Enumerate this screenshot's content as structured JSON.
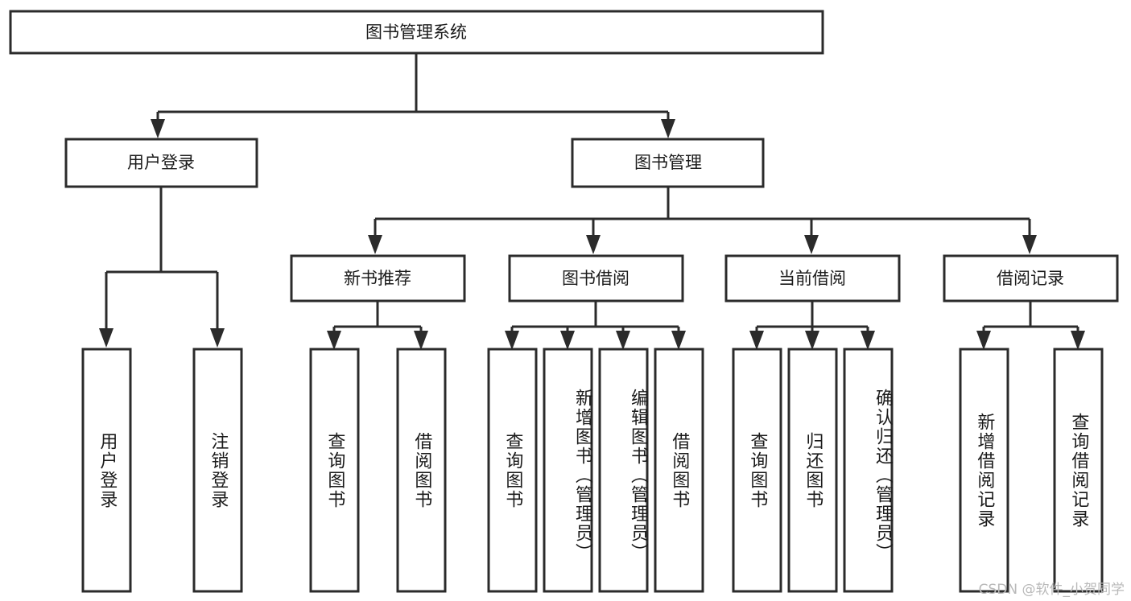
{
  "diagram": {
    "title": "图书管理系统",
    "type": "tree",
    "watermark": "CSDN @软件_小贺同学",
    "colors": {
      "stroke": "#2b2b2b",
      "fill": "#ffffff",
      "text": "#1b1b1b",
      "watermark": "#b9b9b9",
      "background": "#ffffff"
    },
    "root": {
      "label": "图书管理系统"
    },
    "level2": [
      {
        "label": "用户登录"
      },
      {
        "label": "图书管理"
      }
    ],
    "level3": [
      {
        "label": "新书推荐"
      },
      {
        "label": "图书借阅"
      },
      {
        "label": "当前借阅"
      },
      {
        "label": "借阅记录"
      }
    ],
    "leaves": {
      "user_login": [
        {
          "label": "用户登录"
        },
        {
          "label": "注销登录"
        }
      ],
      "new_book_recommend": [
        {
          "label": "查询图书"
        },
        {
          "label": "借阅图书"
        }
      ],
      "book_borrow": [
        {
          "label": "查询图书"
        },
        {
          "label": "新增图书（管理员）"
        },
        {
          "label": "编辑图书（管理员）"
        },
        {
          "label": "借阅图书"
        }
      ],
      "current_borrow": [
        {
          "label": "查询图书"
        },
        {
          "label": "归还图书"
        },
        {
          "label": "确认归还（管理员）"
        }
      ],
      "borrow_record": [
        {
          "label": "新增借阅记录"
        },
        {
          "label": "查询借阅记录"
        }
      ]
    }
  },
  "chart_data": {
    "type": "table",
    "title": "图书管理系统",
    "nodes": [
      {
        "id": "root",
        "label": "图书管理系统",
        "level": 1,
        "parent": null
      },
      {
        "id": "n-user-login",
        "label": "用户登录",
        "level": 2,
        "parent": "root"
      },
      {
        "id": "n-book-manage",
        "label": "图书管理",
        "level": 2,
        "parent": "root"
      },
      {
        "id": "n-new-book",
        "label": "新书推荐",
        "level": 3,
        "parent": "n-book-manage"
      },
      {
        "id": "n-book-borrow",
        "label": "图书借阅",
        "level": 3,
        "parent": "n-book-manage"
      },
      {
        "id": "n-current-borrow",
        "label": "当前借阅",
        "level": 3,
        "parent": "n-book-manage"
      },
      {
        "id": "n-borrow-record",
        "label": "借阅记录",
        "level": 3,
        "parent": "n-book-manage"
      },
      {
        "id": "l-user-login-1",
        "label": "用户登录",
        "level": 4,
        "parent": "n-user-login"
      },
      {
        "id": "l-user-login-2",
        "label": "注销登录",
        "level": 4,
        "parent": "n-user-login"
      },
      {
        "id": "l-new-book-1",
        "label": "查询图书",
        "level": 4,
        "parent": "n-new-book"
      },
      {
        "id": "l-new-book-2",
        "label": "借阅图书",
        "level": 4,
        "parent": "n-new-book"
      },
      {
        "id": "l-book-borrow-1",
        "label": "查询图书",
        "level": 4,
        "parent": "n-book-borrow"
      },
      {
        "id": "l-book-borrow-2",
        "label": "新增图书（管理员）",
        "level": 4,
        "parent": "n-book-borrow"
      },
      {
        "id": "l-book-borrow-3",
        "label": "编辑图书（管理员）",
        "level": 4,
        "parent": "n-book-borrow"
      },
      {
        "id": "l-book-borrow-4",
        "label": "借阅图书",
        "level": 4,
        "parent": "n-book-borrow"
      },
      {
        "id": "l-current-borrow-1",
        "label": "查询图书",
        "level": 4,
        "parent": "n-current-borrow"
      },
      {
        "id": "l-current-borrow-2",
        "label": "归还图书",
        "level": 4,
        "parent": "n-current-borrow"
      },
      {
        "id": "l-current-borrow-3",
        "label": "确认归还（管理员）",
        "level": 4,
        "parent": "n-current-borrow"
      },
      {
        "id": "l-borrow-record-1",
        "label": "新增借阅记录",
        "level": 4,
        "parent": "n-borrow-record"
      },
      {
        "id": "l-borrow-record-2",
        "label": "查询借阅记录",
        "level": 4,
        "parent": "n-borrow-record"
      }
    ]
  }
}
